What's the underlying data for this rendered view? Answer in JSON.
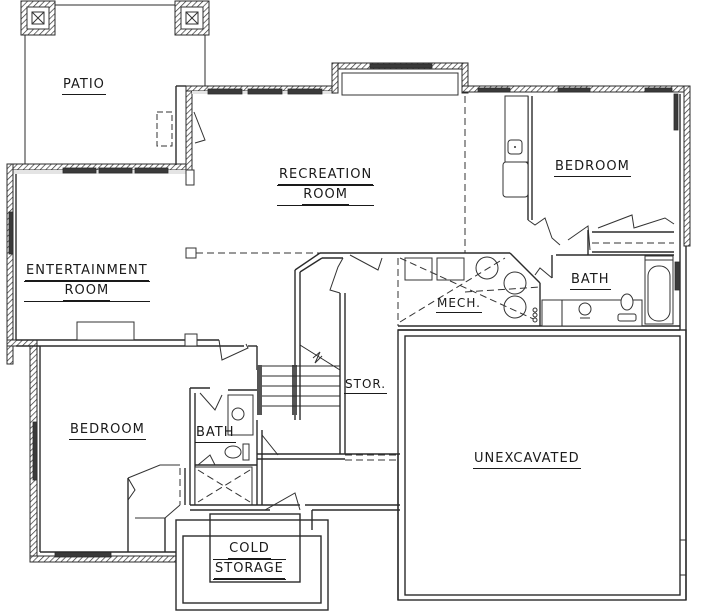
{
  "floor_plan": {
    "type": "basement floor plan",
    "rooms": {
      "patio": {
        "label": "PATIO"
      },
      "recreation_room": {
        "line1": "RECREATION",
        "line2": "ROOM"
      },
      "bedroom_ne": {
        "label": "BEDROOM"
      },
      "entertainment_room": {
        "line1": "ENTERTAINMENT",
        "line2": "ROOM"
      },
      "bath_ne": {
        "label": "BATH"
      },
      "mech": {
        "label": "MECH."
      },
      "storage": {
        "label": "STOR."
      },
      "bedroom_sw": {
        "label": "BEDROOM"
      },
      "bath_sw": {
        "label": "BATH"
      },
      "unexcavated": {
        "label": "UNEXCAVATED"
      },
      "cold_storage": {
        "line1": "COLD",
        "line2": "STORAGE"
      }
    },
    "colors": {
      "line": "#2b2b2b",
      "background": "#ffffff",
      "window_fill": "#3a3a3a"
    }
  }
}
